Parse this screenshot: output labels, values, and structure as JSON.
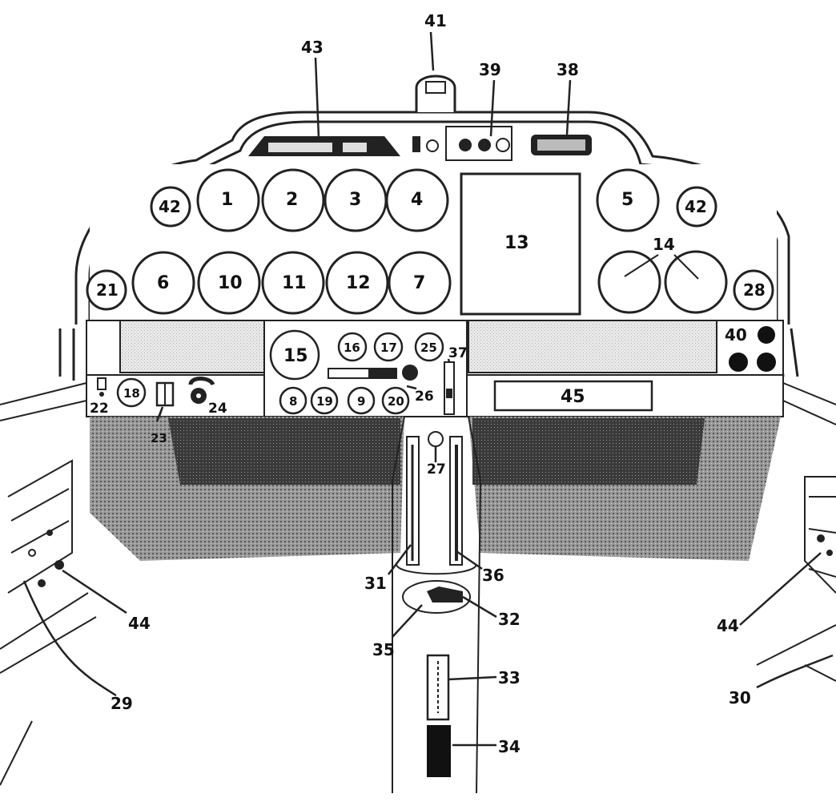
{
  "labels": {
    "n1": "1",
    "n2": "2",
    "n3": "3",
    "n4": "4",
    "n5": "5",
    "n6": "6",
    "n7": "7",
    "n8": "8",
    "n9": "9",
    "n10": "10",
    "n11": "11",
    "n12": "12",
    "n13": "13",
    "n14": "14",
    "n15": "15",
    "n16": "16",
    "n17": "17",
    "n18": "18",
    "n19": "19",
    "n20": "20",
    "n21": "21",
    "n22": "22",
    "n23": "23",
    "n24": "24",
    "n25": "25",
    "n26": "26",
    "n27": "27",
    "n28": "28",
    "n29": "29",
    "n30": "30",
    "n31": "31",
    "n32": "32",
    "n33": "33",
    "n34": "34",
    "n35": "35",
    "n36": "36",
    "n37": "37",
    "n38": "38",
    "n39": "39",
    "n40": "40",
    "n41": "41",
    "n42": "42",
    "n43": "43",
    "n44": "44",
    "n45": "45"
  }
}
